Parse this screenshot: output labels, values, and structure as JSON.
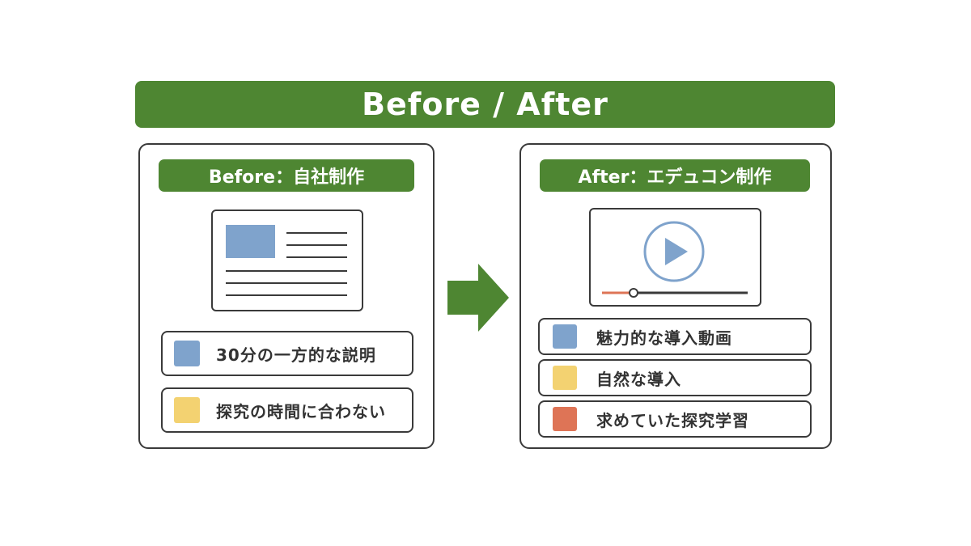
{
  "title": "Before / After",
  "colors": {
    "accent_green": "#4e8632",
    "blue": "#7fa3cc",
    "yellow": "#f3d271",
    "orange": "#de7456"
  },
  "before": {
    "header": "Before：自社制作",
    "illustration": "document-icon",
    "items": [
      {
        "text": "30分の一方的な説明",
        "color": "#7fa3cc"
      },
      {
        "text": "探究の時間に合わない",
        "color": "#f3d271"
      }
    ]
  },
  "arrow": "right-arrow-icon",
  "after": {
    "header": "After：エデュコン制作",
    "illustration": "video-player-icon",
    "video_progress": 0.2,
    "items": [
      {
        "text": "魅力的な導入動画",
        "color": "#7fa3cc"
      },
      {
        "text": "自然な導入",
        "color": "#f3d271"
      },
      {
        "text": "求めていた探究学習",
        "color": "#de7456"
      }
    ]
  }
}
